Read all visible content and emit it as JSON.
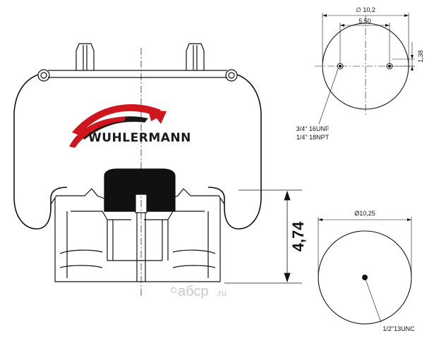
{
  "brand": {
    "name": "WUHLERMANN",
    "accent_color": "#d0161d",
    "icon": "swoosh-logo-icon"
  },
  "top_view": {
    "outer_diameter": "∅ 10,2",
    "stud_spacing": "5,50",
    "offset": "1,38",
    "thread_label_1": "3/4\" 16UNF",
    "thread_label_2": "1/4\" 18NPT"
  },
  "side_view": {
    "height": "4,74"
  },
  "bottom_view": {
    "outer_diameter": "Ø10,25",
    "thread_label": "1/2\"13UNC"
  },
  "watermark": {
    "logo_text": "абср",
    "domain": ".ru"
  }
}
